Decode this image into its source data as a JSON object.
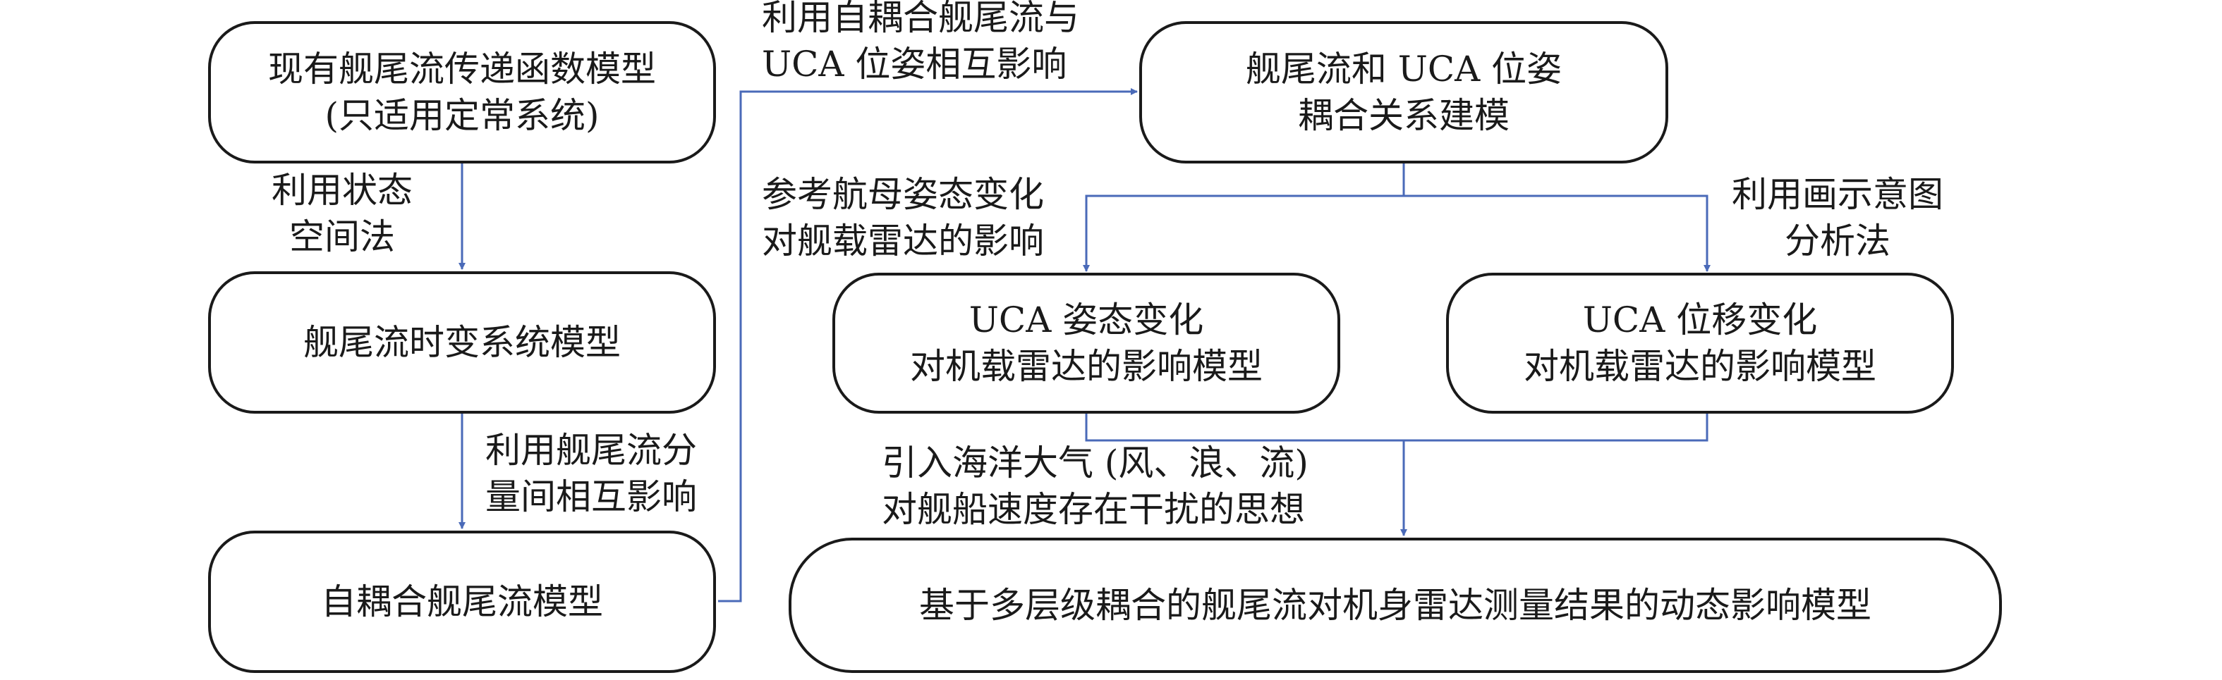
{
  "nodes": {
    "existing_model": {
      "line1": "现有舰尾流传递函数模型",
      "line2": "(只适用定常系统)"
    },
    "time_varying_model": {
      "line1": "舰尾流时变系统模型"
    },
    "self_coupled_model": {
      "line1": "自耦合舰尾流模型"
    },
    "coupling_model": {
      "line1": "舰尾流和 UCA 位姿",
      "line2": "耦合关系建模"
    },
    "attitude_model": {
      "line1": "UCA 姿态变化",
      "line2": "对机载雷达的影响模型"
    },
    "displacement_model": {
      "line1": "UCA 位移变化",
      "line2": "对机载雷达的影响模型"
    },
    "final_model": {
      "line1": "基于多层级耦合的舰尾流对机身雷达测量结果的动态影响模型"
    }
  },
  "edge_labels": {
    "state_space": {
      "line1": "利用状态",
      "line2": "空间法"
    },
    "component_interaction": {
      "line1": "利用舰尾流分",
      "line2": "量间相互影响"
    },
    "self_coupled_uca": {
      "line1": "利用自耦合舰尾流与",
      "line2": "UCA 位姿相互影响"
    },
    "carrier_attitude": {
      "line1": "参考航母姿态变化",
      "line2": "对舰载雷达的影响"
    },
    "diagram_analysis": {
      "line1": "利用画示意图",
      "line2": "分析法"
    },
    "ocean_atmosphere": {
      "line1": "引入海洋大气 (风、浪、流)",
      "line2": "对舰船速度存在干扰的思想"
    }
  },
  "colors": {
    "arrow": "#4a6ab8",
    "box_border": "#1a1a1a",
    "text": "#1a1a1a",
    "background": "#ffffff"
  }
}
